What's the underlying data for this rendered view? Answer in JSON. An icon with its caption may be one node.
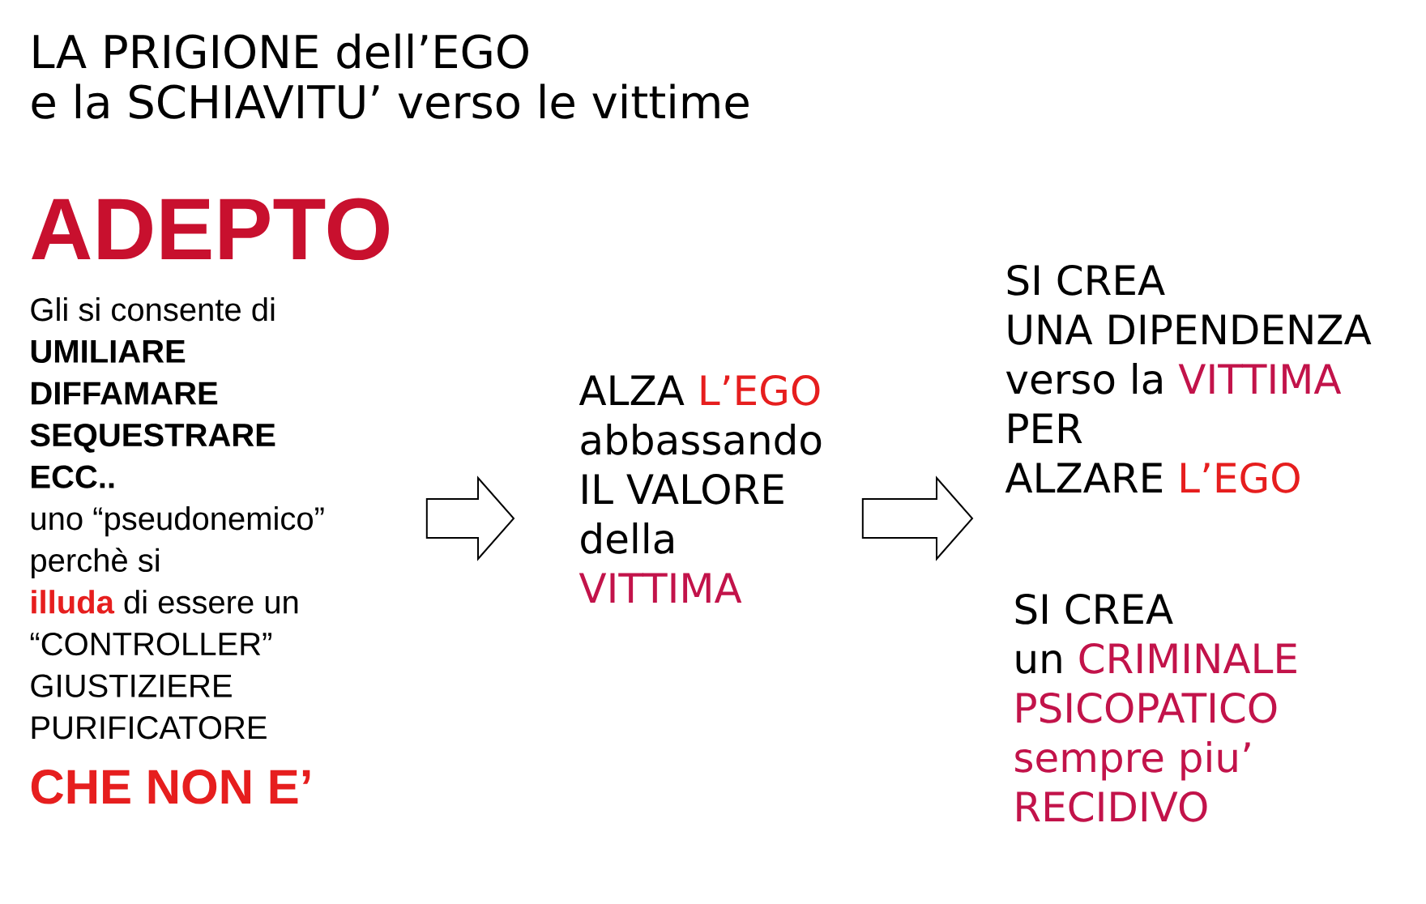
{
  "diagram": {
    "title": "LA PRIGIONE dell’EGO e la SCHIAVITU’ verso le vittime",
    "nodes": [
      {
        "text": [
          "ADEPTO",
          "Gli si consente di",
          "UMILIARE DIFFAMARE SEQUESTRARE ECC..",
          "uno “pseudonemico” perchè si",
          "illuda",
          "di essere un “CONTROLLER” GIUSTIZIERE PURIFICATORE",
          "CHE NON E’"
        ]
      },
      {
        "text": [
          "ALZA",
          "L’EGO",
          "abbassando IL VALORE della",
          "VITTIMA"
        ]
      },
      {
        "text": [
          "SI CREA",
          "UNA DIPENDENZA verso la",
          "VITTIMA",
          "PER",
          "ALZARE",
          "L’EGO"
        ]
      }
    ],
    "edges": [
      {
        "from": 0,
        "to": 1,
        "arrow": "to"
      },
      {
        "from": 1,
        "to": 2,
        "arrow": "to"
      }
    ],
    "labels": [
      "SI CREA",
      "un",
      "CRIMINALE PSICOPATICO sempre piu’ RECIDIVO"
    ]
  }
}
